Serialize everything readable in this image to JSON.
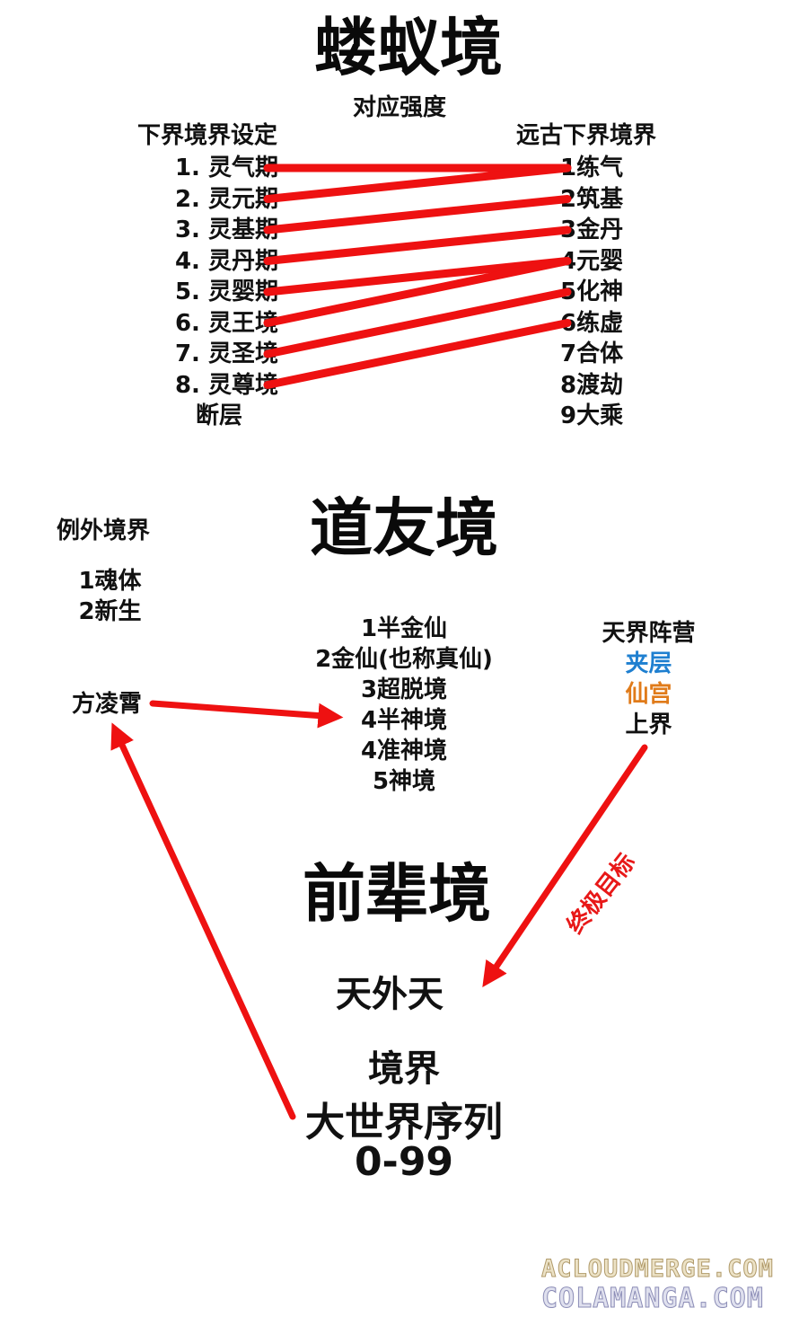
{
  "section1": {
    "title": "蝼蚁境",
    "subtitle": "对应强度",
    "left_header": "下界境界设定",
    "right_header": "远古下界境界",
    "left_items": [
      "1. 灵气期",
      "2. 灵元期",
      "3. 灵基期",
      "4. 灵丹期",
      "5. 灵婴期",
      "6. 灵王境",
      "7. 灵圣境",
      "8. 灵尊境",
      "断层"
    ],
    "right_items": [
      "1练气",
      "2筑基",
      "3金丹",
      "4元婴",
      "5化神",
      "6练虚",
      "7合体",
      "8渡劫",
      "9大乘"
    ],
    "mapping": [
      {
        "from": "1. 灵气期",
        "to": "1练气"
      },
      {
        "from": "2. 灵元期",
        "to": "1练气"
      },
      {
        "from": "3. 灵基期",
        "to": "2筑基"
      },
      {
        "from": "4. 灵丹期",
        "to": "3金丹"
      },
      {
        "from": "5. 灵婴期",
        "to": "4元婴"
      },
      {
        "from": "6. 灵王境",
        "to": "4元婴"
      },
      {
        "from": "7. 灵圣境",
        "to": "5化神"
      },
      {
        "from": "8. 灵尊境",
        "to": "6练虚"
      }
    ]
  },
  "section2": {
    "title": "道友境",
    "exceptions_header": "例外境界",
    "exceptions": [
      "1魂体",
      "2新生"
    ],
    "character": "方凌霄",
    "realms": [
      "1半金仙",
      "2金仙(也称真仙)",
      "3超脱境",
      "4半神境",
      "4准神境",
      "5神境"
    ],
    "faction_header": "天界阵营",
    "factions": [
      {
        "label": "夹层",
        "color": "#1e7fd0"
      },
      {
        "label": "仙宫",
        "color": "#e07b1a"
      },
      {
        "label": "上界",
        "color": "#111111"
      }
    ],
    "goal_label": "终极目标"
  },
  "section3": {
    "title": "前辈境",
    "realm": "天外天",
    "line1": "境界",
    "line2": "大世界序列",
    "range": "0-99"
  },
  "watermark": {
    "line1": "ACLOUDMERGE.COM",
    "line2": "COLAMANGA.COM"
  },
  "colors": {
    "arrow": "#ee1111",
    "goal_text": "#e81818"
  }
}
